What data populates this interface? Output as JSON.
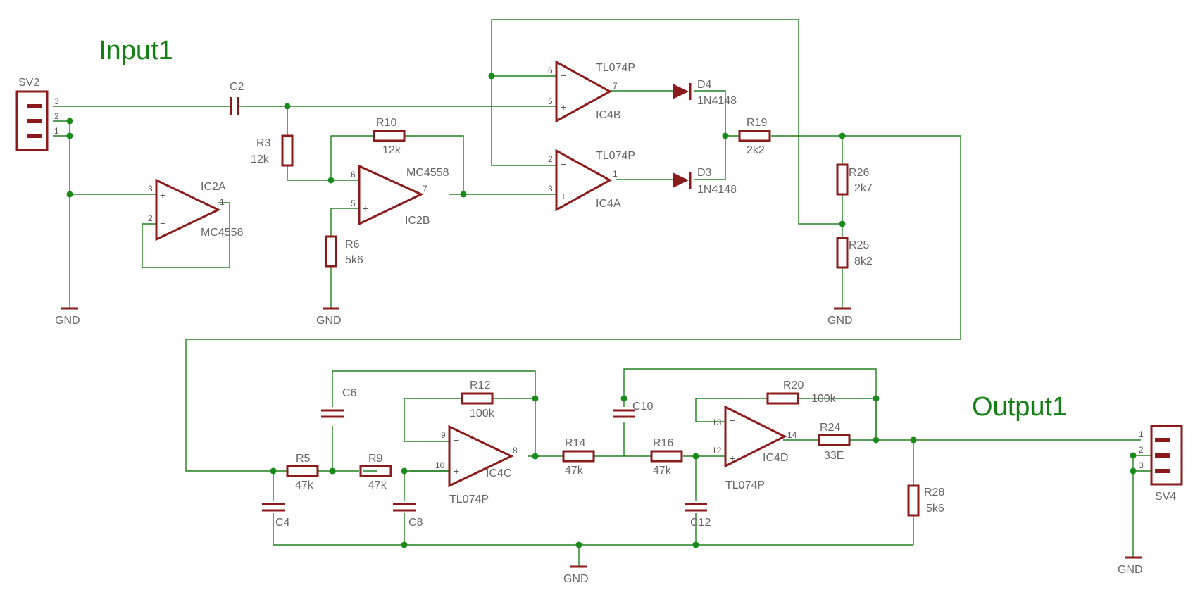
{
  "titles": {
    "input": "Input1",
    "output": "Output1"
  },
  "connectors": {
    "sv2": {
      "name": "SV2",
      "pins": [
        "3",
        "2",
        "1"
      ]
    },
    "sv4": {
      "name": "SV4",
      "pins": [
        "1",
        "2",
        "3"
      ]
    }
  },
  "gnd": "GND",
  "opamps": {
    "ic2a": {
      "name": "IC2A",
      "value": "MC4558",
      "pin_plus": "3",
      "pin_minus": "2",
      "pin_out": "1"
    },
    "ic2b": {
      "name": "IC2B",
      "value": "MC4558",
      "pin_minus": "6",
      "pin_plus": "5",
      "pin_out": "7"
    },
    "ic4b": {
      "name": "IC4B",
      "value": "TL074P",
      "pin_minus": "6",
      "pin_plus": "5",
      "pin_out": "7"
    },
    "ic4a": {
      "name": "IC4A",
      "value": "TL074P",
      "pin_minus": "2",
      "pin_plus": "3",
      "pin_out": "1"
    },
    "ic4c": {
      "name": "IC4C",
      "value": "TL074P",
      "pin_minus": "9",
      "pin_plus": "10",
      "pin_out": "8"
    },
    "ic4d": {
      "name": "IC4D",
      "value": "TL074P",
      "pin_minus": "13",
      "pin_plus": "12",
      "pin_out": "14"
    }
  },
  "diodes": {
    "d4": {
      "name": "D4",
      "value": "1N4148"
    },
    "d3": {
      "name": "D3",
      "value": "1N4148"
    }
  },
  "resistors": {
    "r3": {
      "name": "R3",
      "value": "12k"
    },
    "r10": {
      "name": "R10",
      "value": "12k"
    },
    "r6": {
      "name": "R6",
      "value": "5k6"
    },
    "r19": {
      "name": "R19",
      "value": "2k2"
    },
    "r26": {
      "name": "R26",
      "value": "2k7"
    },
    "r25": {
      "name": "R25",
      "value": "8k2"
    },
    "r5": {
      "name": "R5",
      "value": "47k"
    },
    "r9": {
      "name": "R9",
      "value": "47k"
    },
    "r12": {
      "name": "R12",
      "value": "100k"
    },
    "r14": {
      "name": "R14",
      "value": "47k"
    },
    "r16": {
      "name": "R16",
      "value": "47k"
    },
    "r20": {
      "name": "R20",
      "value": "100k"
    },
    "r24": {
      "name": "R24",
      "value": "33E"
    },
    "r28": {
      "name": "R28",
      "value": "5k6"
    }
  },
  "capacitors": {
    "c2": {
      "name": "C2"
    },
    "c6": {
      "name": "C6"
    },
    "c4": {
      "name": "C4"
    },
    "c8": {
      "name": "C8"
    },
    "c10": {
      "name": "C10"
    },
    "c12": {
      "name": "C12"
    }
  },
  "opamp_signs": {
    "plus": "+",
    "minus": "−"
  }
}
